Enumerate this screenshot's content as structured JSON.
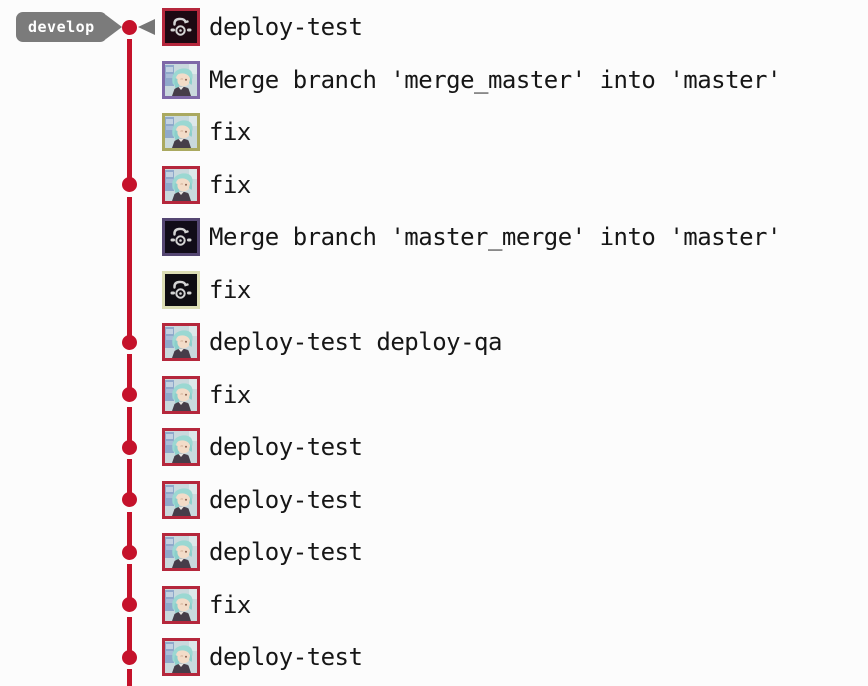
{
  "graph": {
    "branch_label": "develop"
  },
  "colors": {
    "background": "#fcfcfc",
    "branch_line": "#c5122b",
    "commit_dot": "#c5122b",
    "label_bg": "#7b7b7b",
    "label_text": "#ffffff",
    "head_marker": "#757575",
    "message_text": "#161616",
    "border_red": "#b5273c",
    "border_purple": "#7e68a8",
    "border_dark_purple": "#544672",
    "border_olive": "#aaa960",
    "border_pale_yellow": "#dcddb4"
  },
  "commits": [
    {
      "message": "deploy-test",
      "avatar": "bot-avatar",
      "border": "border_red",
      "avatar_bg": "#1d0912",
      "on_branch_dot": true,
      "head": true
    },
    {
      "message": "Merge branch 'merge_master' into 'master'",
      "avatar": "person-avatar",
      "border": "border_purple",
      "on_branch_dot": false
    },
    {
      "message": "fix",
      "avatar": "person-avatar",
      "border": "border_olive",
      "on_branch_dot": false
    },
    {
      "message": "fix",
      "avatar": "person-avatar",
      "border": "border_red",
      "on_branch_dot": true
    },
    {
      "message": "Merge branch 'master_merge' into 'master'",
      "avatar": "bot-avatar",
      "border": "border_dark_purple",
      "avatar_bg": "#110c18",
      "on_branch_dot": false
    },
    {
      "message": "fix",
      "avatar": "bot-avatar",
      "border": "border_pale_yellow",
      "avatar_bg": "#0f0d12",
      "on_branch_dot": false
    },
    {
      "message": "deploy-test deploy-qa",
      "avatar": "person-avatar",
      "border": "border_red",
      "on_branch_dot": true
    },
    {
      "message": "fix",
      "avatar": "person-avatar",
      "border": "border_red",
      "on_branch_dot": true
    },
    {
      "message": "deploy-test",
      "avatar": "person-avatar",
      "border": "border_red",
      "on_branch_dot": true
    },
    {
      "message": "deploy-test",
      "avatar": "person-avatar",
      "border": "border_red",
      "on_branch_dot": true
    },
    {
      "message": "deploy-test",
      "avatar": "person-avatar",
      "border": "border_red",
      "on_branch_dot": true
    },
    {
      "message": "fix",
      "avatar": "person-avatar",
      "border": "border_red",
      "on_branch_dot": true
    },
    {
      "message": "deploy-test",
      "avatar": "person-avatar",
      "border": "border_red",
      "on_branch_dot": true
    }
  ]
}
